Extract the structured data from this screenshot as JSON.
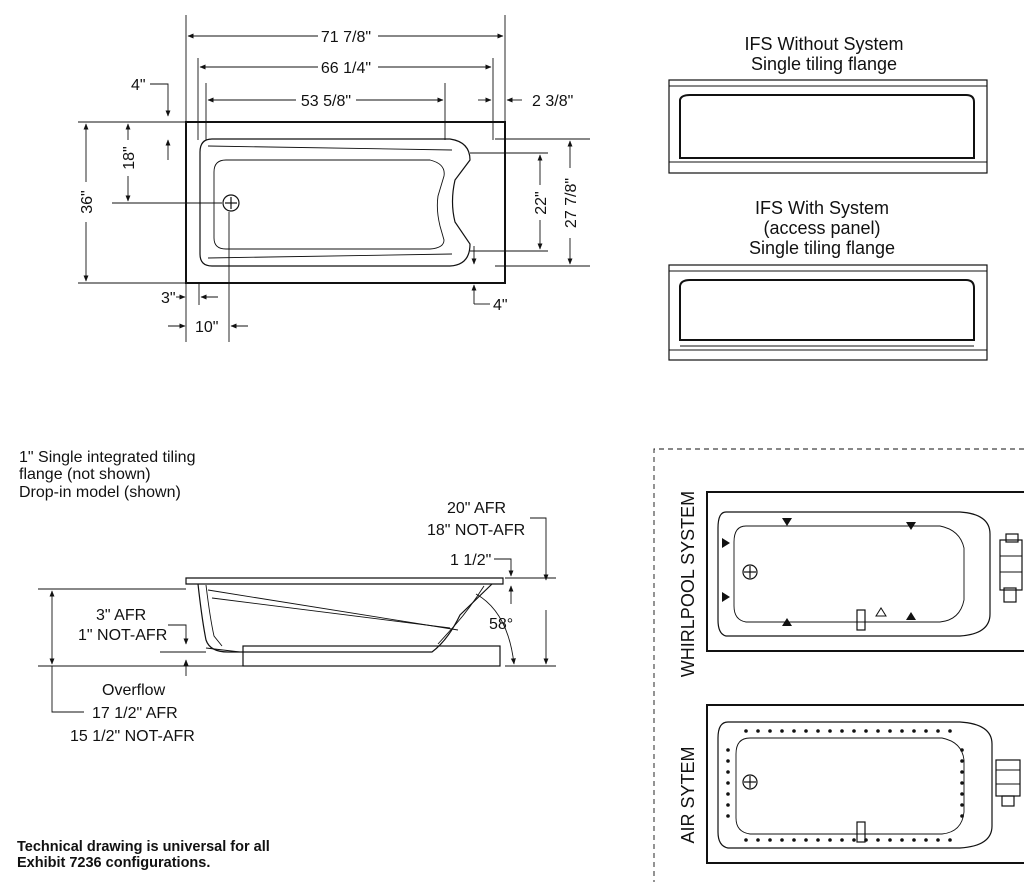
{
  "plan_view": {
    "dims": {
      "overall_length": "71 7/8\"",
      "inner_length": "66 1/4\"",
      "bottom_length": "53 5/8\"",
      "top_offset": "4\"",
      "right_offset": "2 3/8\"",
      "half_width": "18\"",
      "overall_width": "36\"",
      "bottom_width": "22\"",
      "inner_width": "27 7/8\"",
      "left_margin": "3\"",
      "drain_offset": "10\"",
      "bottom_right_offset": "4\""
    }
  },
  "ifs": {
    "without_title_1": "IFS Without System",
    "without_title_2": "Single tiling flange",
    "with_title_1": "IFS With System",
    "with_title_2": "(access panel)",
    "with_title_3": "Single tiling flange"
  },
  "section_view": {
    "note_1": "1\" Single integrated tiling",
    "note_2": "flange (not shown)",
    "note_3": "Drop-in model (shown)",
    "height_afr": "20\" AFR",
    "height_not_afr": "18\" NOT-AFR",
    "rim": "1 1/2\"",
    "angle": "58°",
    "base_afr": "3\" AFR",
    "base_not_afr": "1\" NOT-AFR",
    "overflow_label": "Overflow",
    "overflow_afr": "17 1/2\" AFR",
    "overflow_not_afr": "15 1/2\" NOT-AFR"
  },
  "systems": {
    "whirlpool_label": "WHIRLPOOL SYSTEM",
    "air_label": "AIR SYTEM"
  },
  "footer": {
    "line_1": "Technical drawing is universal for all",
    "line_2": "Exhibit 7236 configurations."
  }
}
